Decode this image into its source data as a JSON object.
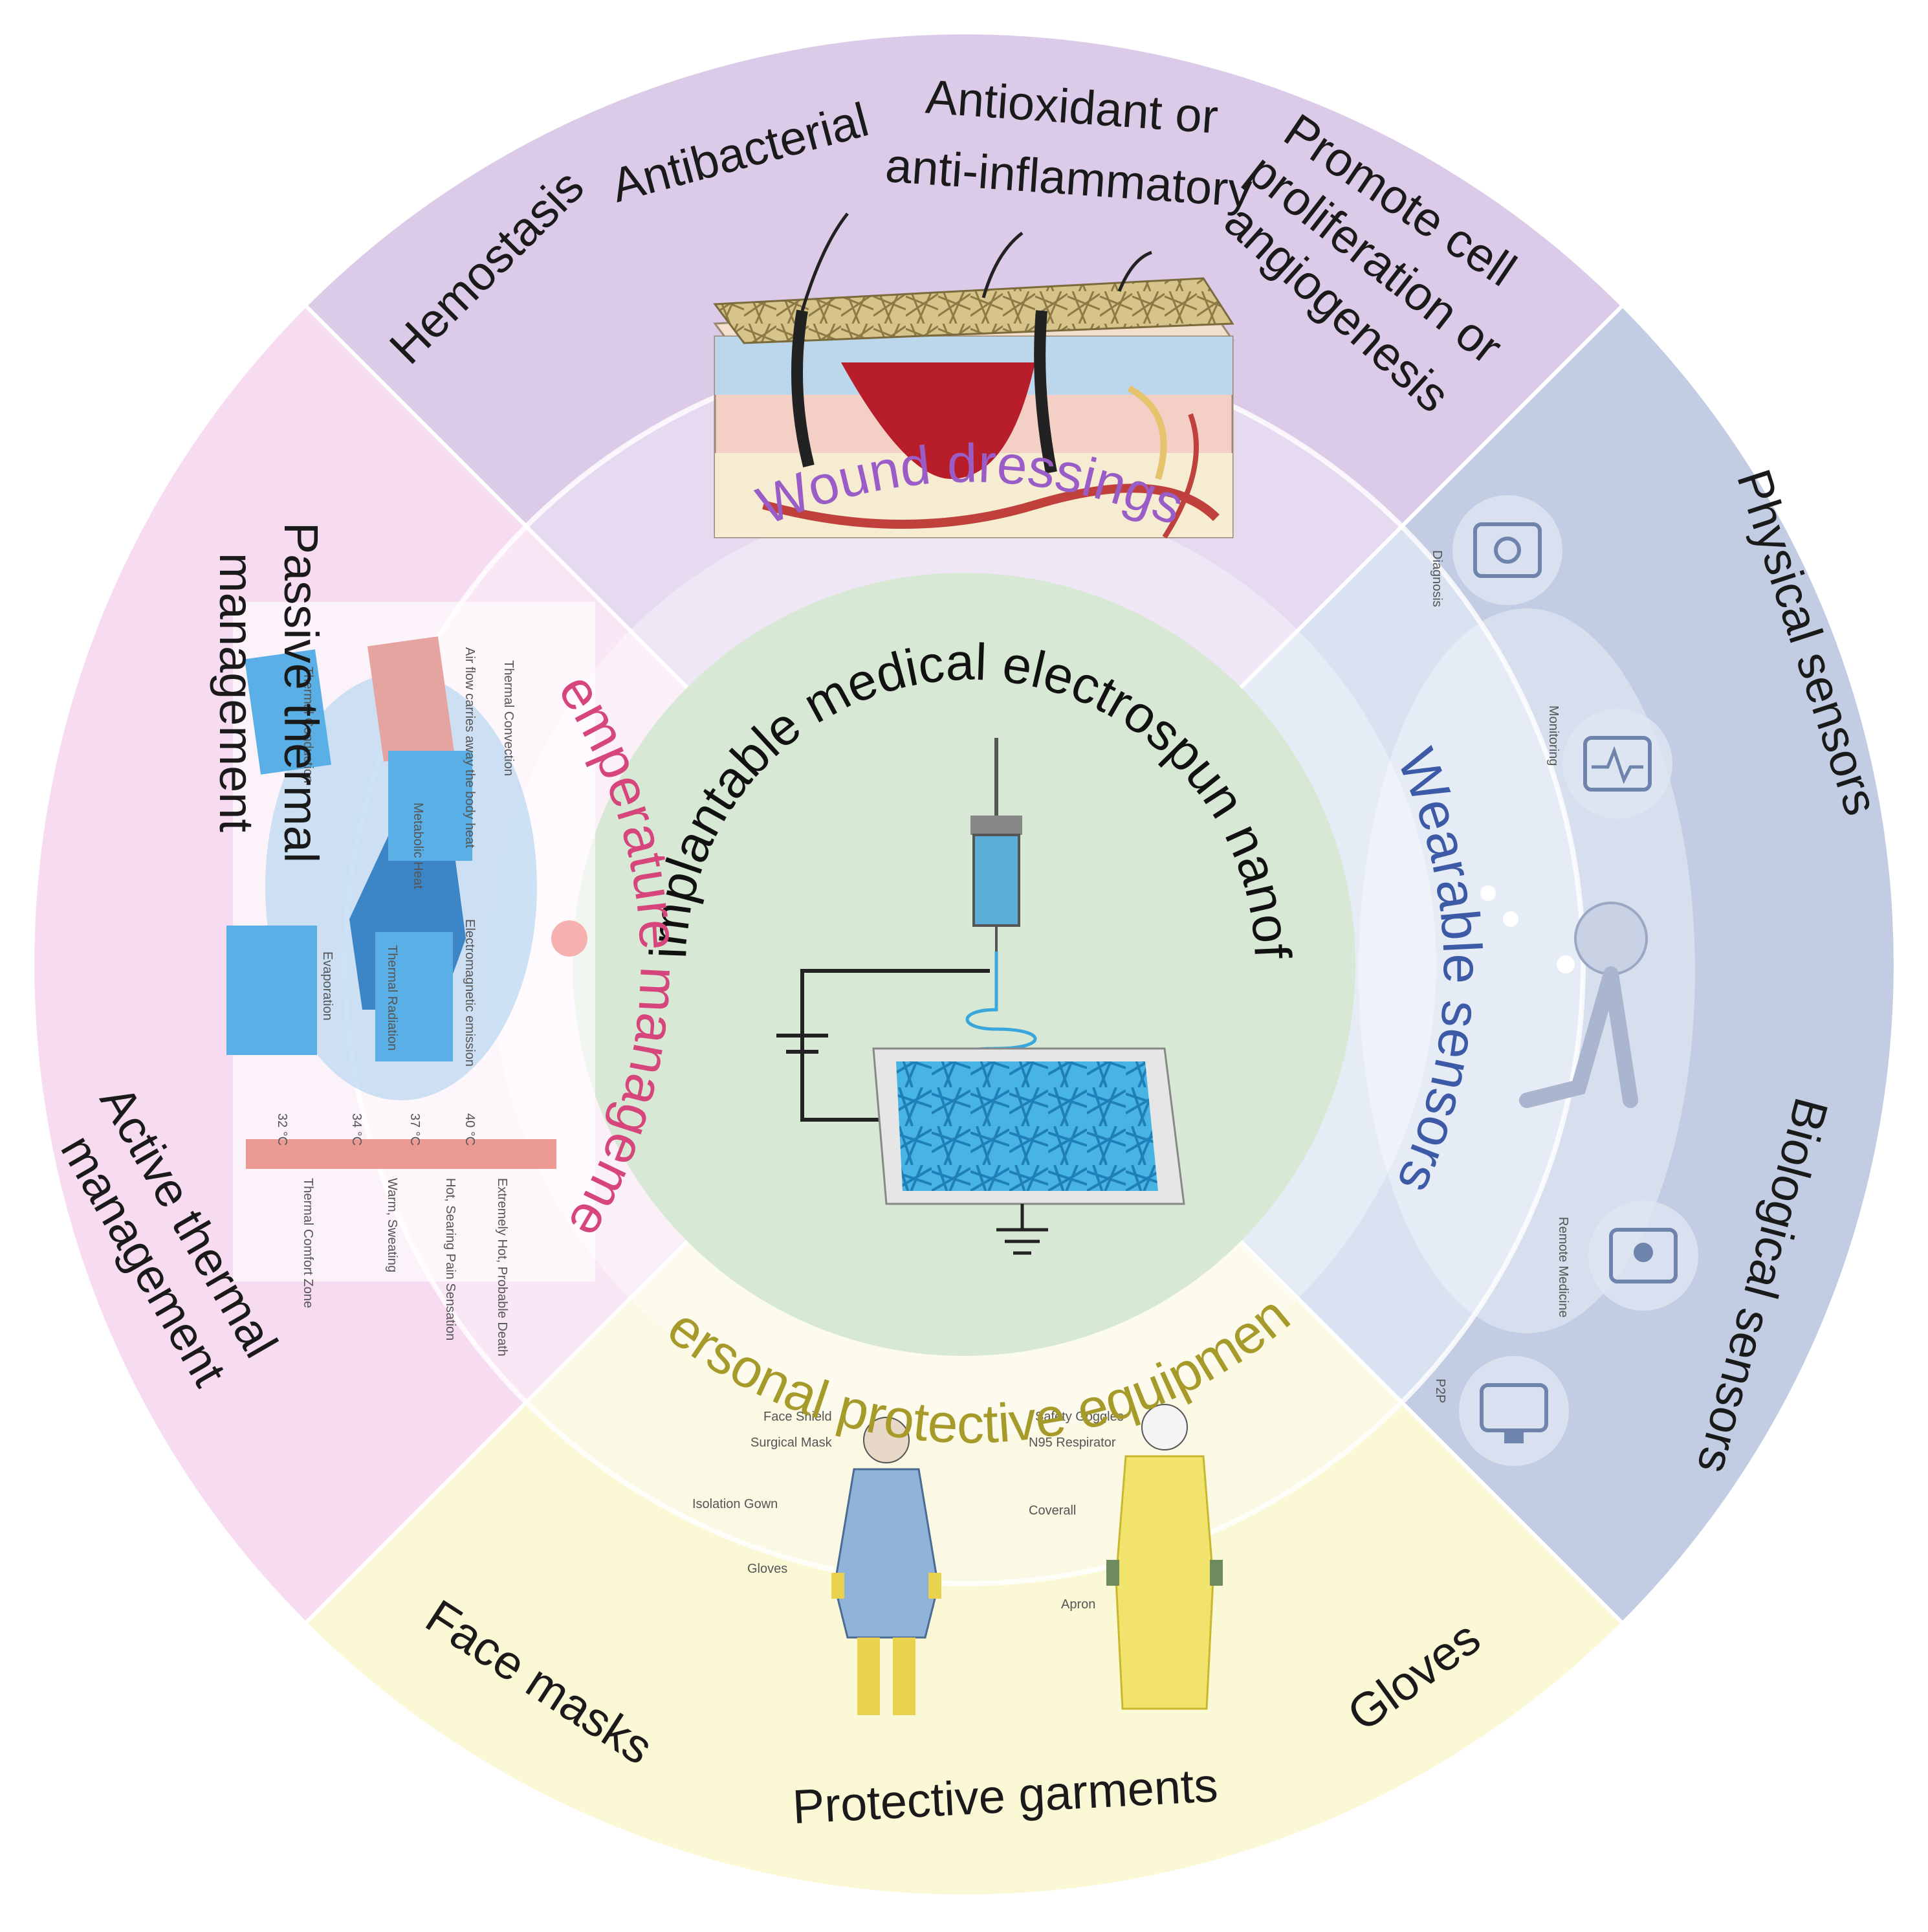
{
  "center": {
    "title": "Non-implantable medical electrospun nanofibers"
  },
  "sections": {
    "wound": {
      "category": "Wound dressings",
      "items": [
        "Hemostasis",
        "Antibacterial",
        "Antioxidant or",
        "anti-inflammatory",
        "Promote cell",
        "proliferation or",
        "angiogenesis"
      ]
    },
    "sensors": {
      "category": "Wearable sensors",
      "items": [
        "Physical sensors",
        "Biological sensors"
      ],
      "icon_labels": [
        "Diagnosis",
        "Monitoring",
        "Remote Medicine",
        "P2P"
      ]
    },
    "ppe": {
      "category": "Personal protective equipment",
      "items": [
        "Face masks",
        "Protective garments",
        "Gloves"
      ],
      "figure_labels": [
        "Face Shield",
        "Surgical Mask",
        "Isolation Gown",
        "Gloves",
        "Safety Goggles",
        "N95 Respirator",
        "Coverall",
        "Apron"
      ]
    },
    "thermal": {
      "category": "Temperature management",
      "items": [
        "Passive thermal",
        "management",
        "Active thermal",
        "management"
      ],
      "figure_labels": [
        "Thermal Conduction",
        "Thermal Convection",
        "Metabolic Heat",
        "Evaporation",
        "Thermal Radiation",
        "Air flow carries away the body heat",
        "Electromagnetic emission"
      ],
      "scale": [
        "32 °C",
        "34 °C",
        "37 °C",
        "40 °C"
      ],
      "scale_labels": [
        "Thermal Comfort Zone",
        "Warm, Sweating",
        "Hot, Searing Pain Sensation",
        "Extremely Hot, Probable Death"
      ]
    }
  },
  "colors": {
    "wound_outer": "#dccbe8",
    "wound_inner": "#e6daf0",
    "sensor_outer": "#c2cde3",
    "sensor_inner": "#d9e2f0",
    "ppe_outer": "#fbf8d6",
    "ppe_inner": "#fbf9e4",
    "thermal_outer": "#f7dcf1",
    "thermal_inner": "#f9e7f5",
    "center": "#d7e9d4",
    "wound_title": "#9a5cc6",
    "sensor_title": "#3c5aa6",
    "ppe_title": "#a69a2a",
    "thermal_title": "#d6457c",
    "fiber": "#3aa7dc"
  }
}
